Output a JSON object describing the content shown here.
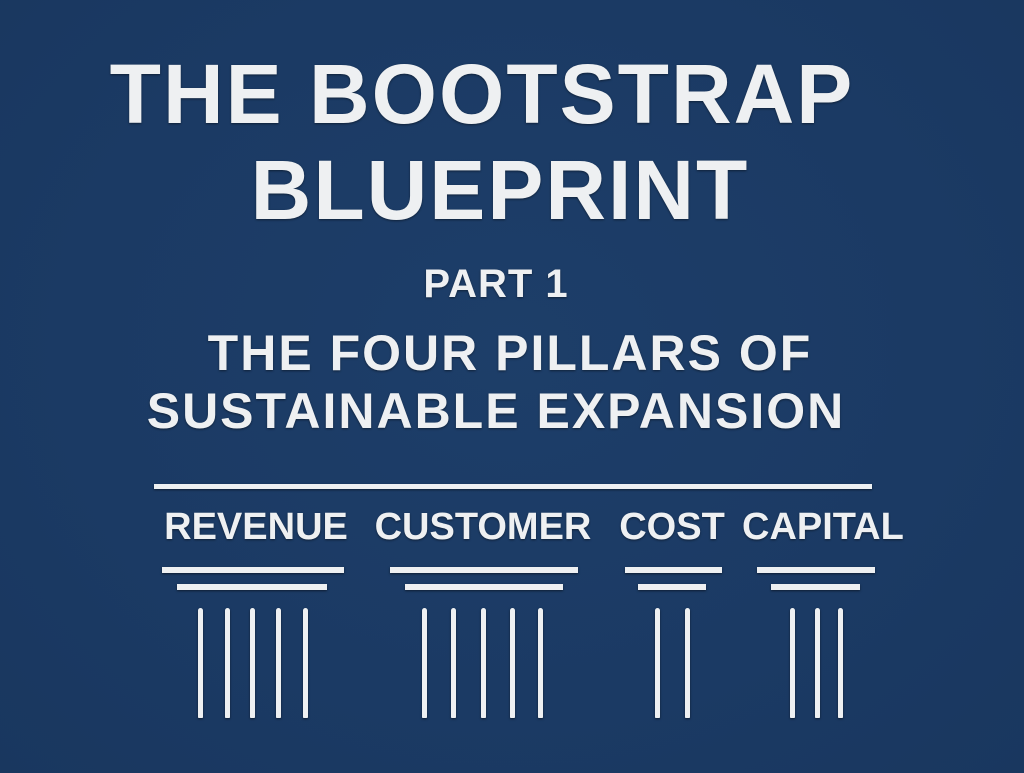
{
  "colors": {
    "background": "#1b3a64",
    "foreground": "#eef0f2"
  },
  "title": {
    "line1": "THE BOOTSTRAP",
    "line2": "BLUEPRINT"
  },
  "part_label": "PART 1",
  "subtitle": {
    "line1": "THE FOUR PILLARS OF",
    "line2": "SUSTAINABLE EXPANSION"
  },
  "pillars": [
    {
      "label": "REVENUE",
      "column_count": 5
    },
    {
      "label": "CUSTOMER",
      "column_count": 5
    },
    {
      "label": "COST",
      "column_count": 2
    },
    {
      "label": "CAPITAL",
      "column_count": 3
    }
  ]
}
